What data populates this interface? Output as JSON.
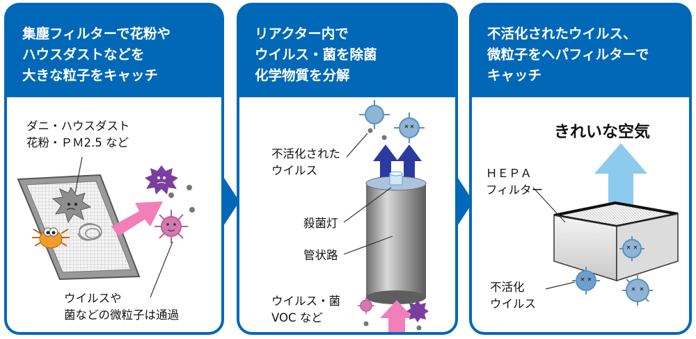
{
  "panels": [
    {
      "title_lines": [
        "集塵フィルターで花粉や",
        "ハウスダストなどを",
        "大きな粒子をキャッチ"
      ]
    },
    {
      "title_lines": [
        "リアクター内で",
        "ウイルス・菌を除菌",
        "化学物質を分解"
      ]
    },
    {
      "title_lines": [
        "不活化されたウイルス、",
        "微粒子をヘパフィルターで",
        "キャッチ"
      ]
    }
  ],
  "panel1": {
    "dust_label": [
      "ダニ・ハウスダスト",
      "花粉・ＰＭ2.5 など"
    ],
    "pass_label": [
      "ウイルスや",
      "菌などの微粒子は通過"
    ]
  },
  "panel2": {
    "inactivated_label": [
      "不活化された",
      "ウイルス"
    ],
    "lamp_label": "殺菌灯",
    "tube_label": "管状路",
    "input_label": [
      "ウイルス・菌",
      "VOC など"
    ]
  },
  "panel3": {
    "clean_air": "きれいな空気",
    "hepa_label": [
      "ＨＥＰＡ",
      "フィルター"
    ],
    "inactivated_label": [
      "不活化",
      "ウイルス"
    ]
  },
  "colors": {
    "blue": "#0068b7",
    "pink": "#f27fb8",
    "navy": "#2b3a9e",
    "sky": "#8ccbee",
    "virus_blue": "#5b8fbd",
    "virus_purple": "#7a3f9e",
    "virus_pink": "#c45a96"
  }
}
